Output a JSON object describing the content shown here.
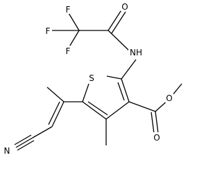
{
  "structure": {
    "atoms": {
      "F1": "F",
      "F2": "F",
      "F3": "F",
      "O_amide": "O",
      "NH": "NH",
      "S": "S",
      "N_nitrile": "N",
      "O_ester_carbonyl": "O",
      "O_ester": "O"
    }
  },
  "colors": {
    "ink": "#000000",
    "background": "#ffffff"
  }
}
